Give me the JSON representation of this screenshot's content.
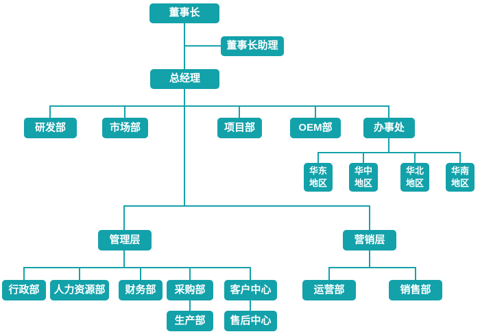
{
  "diagram": {
    "type": "org-chart",
    "accent_color": "#13a1aa",
    "text_color": "#ffffff",
    "background_color": "#ffffff",
    "nodes": {
      "chairman": {
        "label": "董事长"
      },
      "chairman_assistant": {
        "label": "董事长助理"
      },
      "general_manager": {
        "label": "总经理"
      },
      "rd_dept": {
        "label": "研发部"
      },
      "market_dept": {
        "label": "市场部"
      },
      "project_dept": {
        "label": "项目部"
      },
      "oem_dept": {
        "label": "OEM部"
      },
      "office": {
        "label": "办事处"
      },
      "east_china": {
        "label": "华东地区",
        "lines": [
          "华东",
          "地区"
        ]
      },
      "central_china": {
        "label": "华中地区",
        "lines": [
          "华中",
          "地区"
        ]
      },
      "north_china": {
        "label": "华北地区",
        "lines": [
          "华北",
          "地区"
        ]
      },
      "south_china": {
        "label": "华南地区",
        "lines": [
          "华南",
          "地区"
        ]
      },
      "management_layer": {
        "label": "管理层"
      },
      "marketing_layer": {
        "label": "营销层"
      },
      "admin_dept": {
        "label": "行政部"
      },
      "hr_dept": {
        "label": "人力资源部"
      },
      "finance_dept": {
        "label": "财务部"
      },
      "purchasing_dept": {
        "label": "采购部"
      },
      "customer_center": {
        "label": "客户中心"
      },
      "production_dept": {
        "label": "生产部"
      },
      "after_sales_center": {
        "label": "售后中心"
      },
      "operations_dept": {
        "label": "运营部"
      },
      "sales_dept": {
        "label": "销售部"
      }
    },
    "edges": [
      {
        "from": "chairman",
        "to": "chairman_assistant"
      },
      {
        "from": "chairman",
        "to": "general_manager"
      },
      {
        "from": "general_manager",
        "to": "rd_dept"
      },
      {
        "from": "general_manager",
        "to": "market_dept"
      },
      {
        "from": "general_manager",
        "to": "project_dept"
      },
      {
        "from": "general_manager",
        "to": "oem_dept"
      },
      {
        "from": "general_manager",
        "to": "office"
      },
      {
        "from": "office",
        "to": "east_china"
      },
      {
        "from": "office",
        "to": "central_china"
      },
      {
        "from": "office",
        "to": "north_china"
      },
      {
        "from": "office",
        "to": "south_china"
      },
      {
        "from": "general_manager",
        "to": "management_layer"
      },
      {
        "from": "general_manager",
        "to": "marketing_layer"
      },
      {
        "from": "management_layer",
        "to": "admin_dept"
      },
      {
        "from": "management_layer",
        "to": "hr_dept"
      },
      {
        "from": "management_layer",
        "to": "finance_dept"
      },
      {
        "from": "management_layer",
        "to": "purchasing_dept"
      },
      {
        "from": "management_layer",
        "to": "customer_center"
      },
      {
        "from": "purchasing_dept",
        "to": "production_dept"
      },
      {
        "from": "customer_center",
        "to": "after_sales_center"
      },
      {
        "from": "marketing_layer",
        "to": "operations_dept"
      },
      {
        "from": "marketing_layer",
        "to": "sales_dept"
      }
    ]
  }
}
